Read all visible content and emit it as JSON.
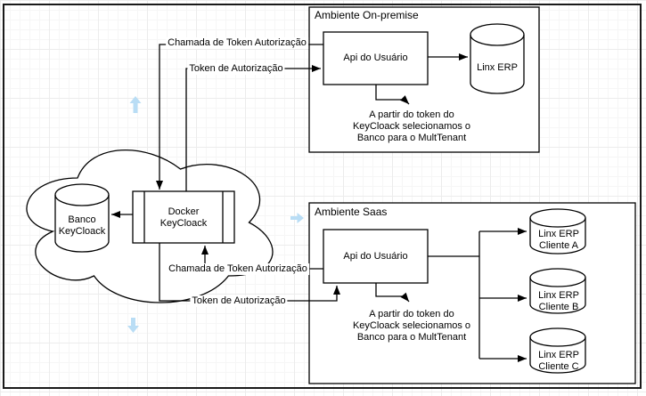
{
  "colors": {
    "stroke": "#000000",
    "shape_fill": "#ffffff",
    "hint_arrow": "#b9ddf5",
    "background": "#ffffff"
  },
  "containers": {
    "on_premise": {
      "title": "Ambiente On-premise"
    },
    "saas": {
      "title": "Ambiente Saas"
    }
  },
  "nodes": {
    "api_on_premise": {
      "label": "Api do Usuário"
    },
    "linx_erp": {
      "label": "Linx ERP"
    },
    "banco_keycloack": {
      "line1": "Banco",
      "line2": "KeyCloack"
    },
    "docker_keycloack": {
      "line1": "Docker",
      "line2": "KeyCloack"
    },
    "api_saas": {
      "label": "Api do Usuário"
    },
    "linx_erp_cliente_a": {
      "line1": "Linx ERP",
      "line2": "Cliente A"
    },
    "linx_erp_cliente_b": {
      "line1": "Linx ERP",
      "line2": "Cliente B"
    },
    "linx_erp_cliente_c": {
      "line1": "Linx ERP",
      "line2": "Cliente C"
    }
  },
  "edges": {
    "chamada_token_on_premise": {
      "label": "Chamada de Token Autorização"
    },
    "token_on_premise": {
      "label": "Token de Autorização"
    },
    "chamada_token_saas": {
      "label": "Chamada de Token Autorização"
    },
    "token_saas": {
      "label": "Token de Autorização"
    }
  },
  "notes": {
    "on_premise": {
      "line1": "A partir do token do",
      "line2": "KeyCloack selecionamos o",
      "line3": "Banco para o MultTenant"
    },
    "saas": {
      "line1": "A partir do token do",
      "line2": "KeyCloack selecionamos o",
      "line3": "Banco para o MultTenant"
    }
  }
}
